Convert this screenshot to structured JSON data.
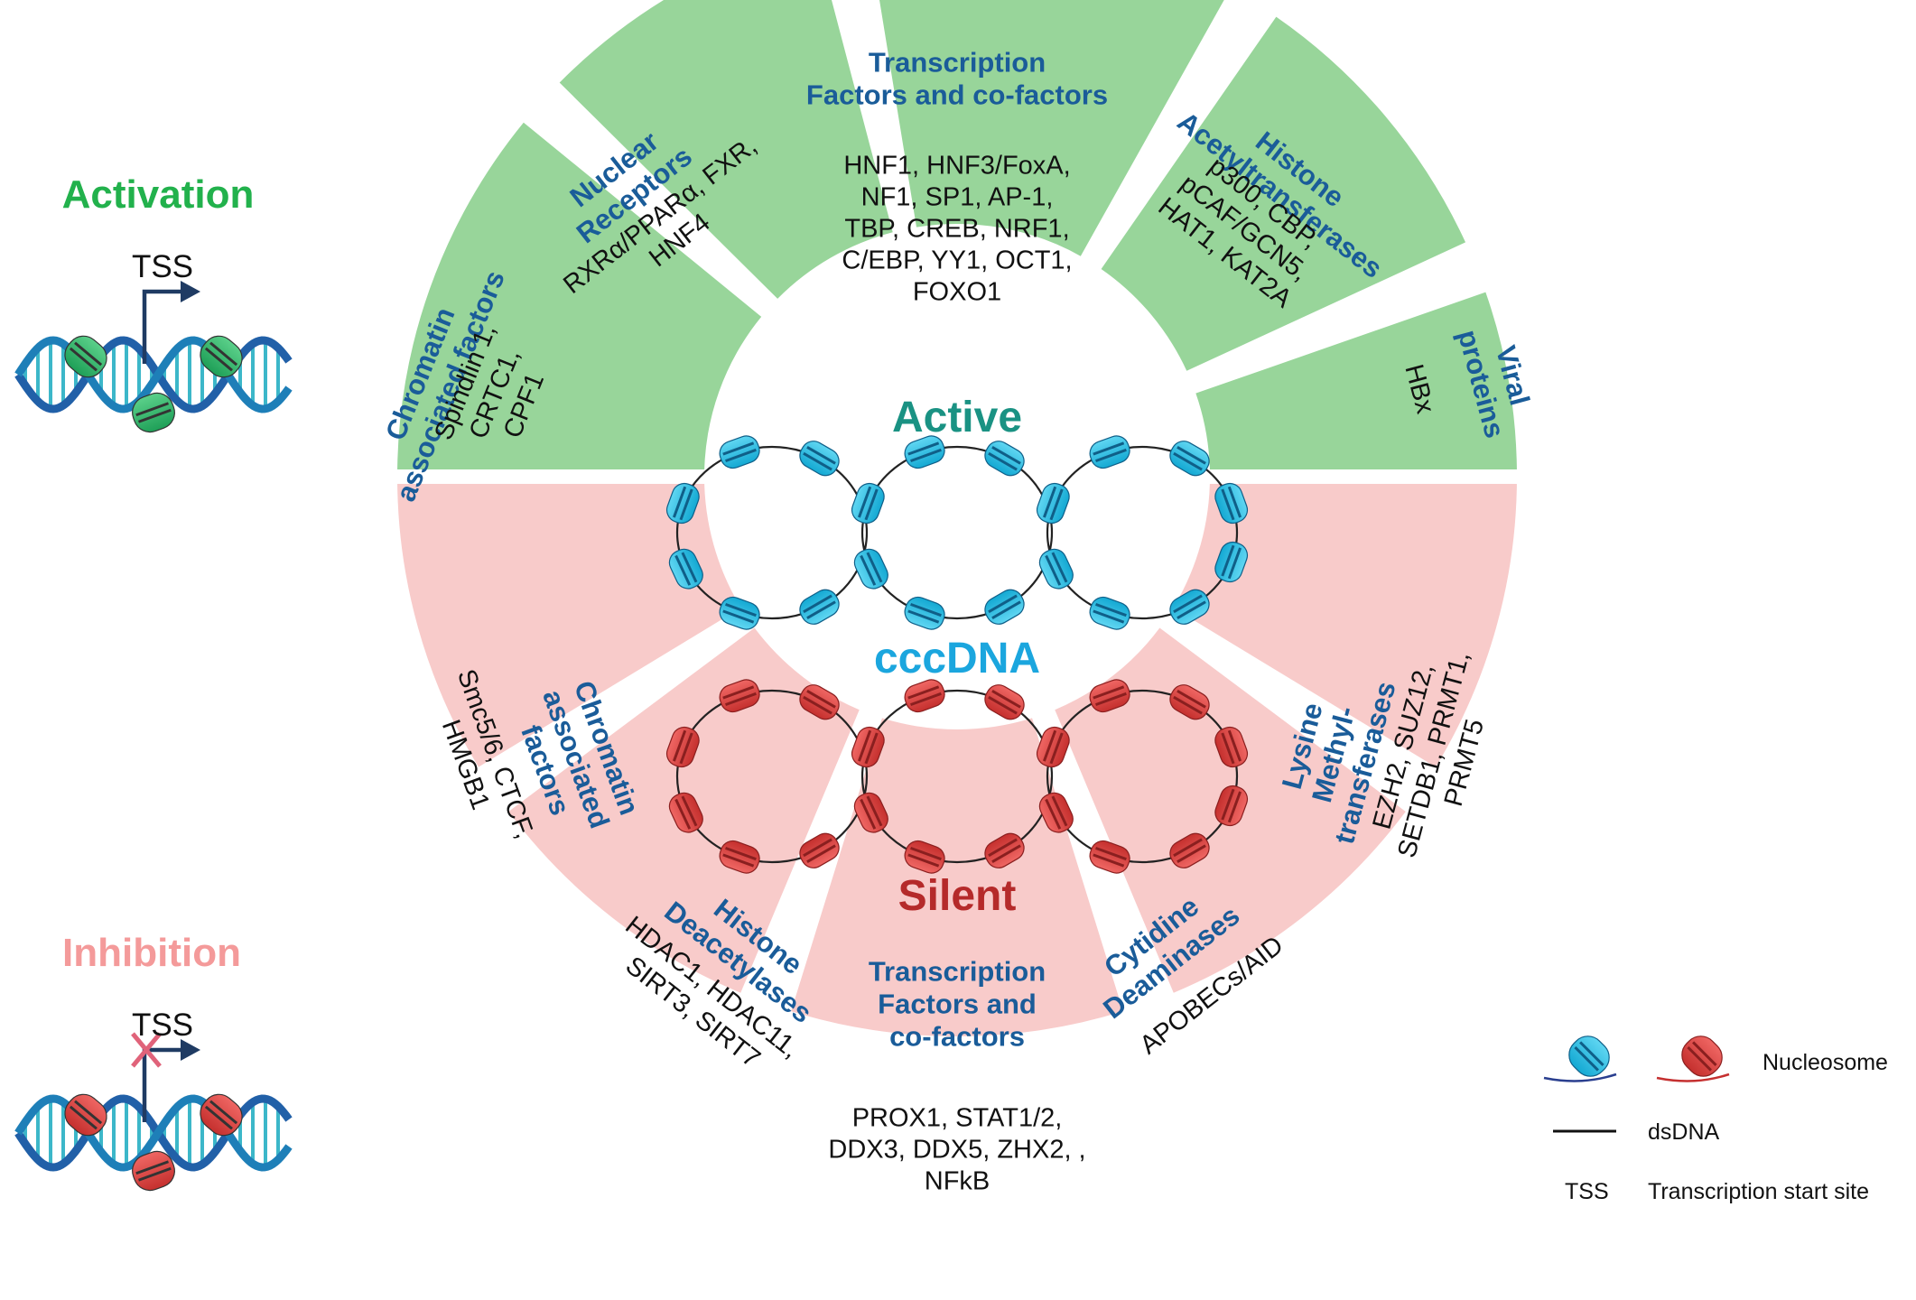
{
  "colors": {
    "green_fill": "#98d59a",
    "pink_fill": "#f8cbca",
    "title_blue": "#1a5c99",
    "active_teal": "#1a9283",
    "cccdna_blue": "#1ba6de",
    "silent_red": "#b52a2a",
    "activation_green": "#22b14c",
    "inhibition_pink": "#f49a9a",
    "nucleosome_blue": "#2cc4e8",
    "nucleosome_red": "#d9403e",
    "dna_blue": "#2160a8"
  },
  "side": {
    "activation_label": "Activation",
    "inhibition_label": "Inhibition",
    "tss_label": "TSS"
  },
  "center": {
    "active_label": "Active",
    "cccdna_label": "cccDNA",
    "silent_label": "Silent"
  },
  "activation_segments": [
    {
      "title": [
        "Chromatin",
        "associated factors"
      ],
      "body": [
        "Spindlin 1,",
        "CRTC1,",
        "CPF1"
      ]
    },
    {
      "title": [
        "Nuclear",
        "Receptors"
      ],
      "body": [
        "RXRα/PPARα, FXR,",
        "HNF4"
      ]
    },
    {
      "title": [
        "Transcription",
        "Factors and co-factors"
      ],
      "body": [
        "HNF1, HNF3/FoxA,",
        "NF1, SP1, AP-1,",
        "TBP, CREB, NRF1,",
        "C/EBP, YY1, OCT1,",
        "FOXO1"
      ]
    },
    {
      "title": [
        "Histone",
        "Acetyltransferases"
      ],
      "body": [
        "p300, CBP,",
        "pCAF/GCN5,",
        "HAT1, KAT2A"
      ]
    },
    {
      "title": [
        "Viral",
        "proteins"
      ],
      "body": [
        "HBx"
      ]
    }
  ],
  "inhibition_segments": [
    {
      "title": [
        "Lysine",
        "Methyl-",
        "transferases"
      ],
      "body": [
        "EZH2, SUZ12,",
        "SETDB1, PRMT1,",
        "PRMT5"
      ]
    },
    {
      "title": [
        "Cytidine",
        "Deaminases"
      ],
      "body": [
        "APOBECs/AID"
      ]
    },
    {
      "title": [
        "Transcription",
        "Factors and",
        "co-factors"
      ],
      "body": [
        "PROX1, STAT1/2,",
        "DDX3, DDX5, ZHX2, ,",
        "NFkB"
      ]
    },
    {
      "title": [
        "Histone",
        "Deacetylases"
      ],
      "body": [
        "HDAC1, HDAC11,",
        "SIRT3, SIRT7"
      ]
    },
    {
      "title": [
        "Chromatin",
        "associated",
        "factors"
      ],
      "body": [
        "Smc5/6, CTCF,",
        "HMGB1"
      ]
    }
  ],
  "legend": {
    "nucleosome_label": "Nucleosome",
    "dsdna_label": "dsDNA",
    "tss_abbrev": "TSS",
    "tss_label": "Transcription start site"
  }
}
